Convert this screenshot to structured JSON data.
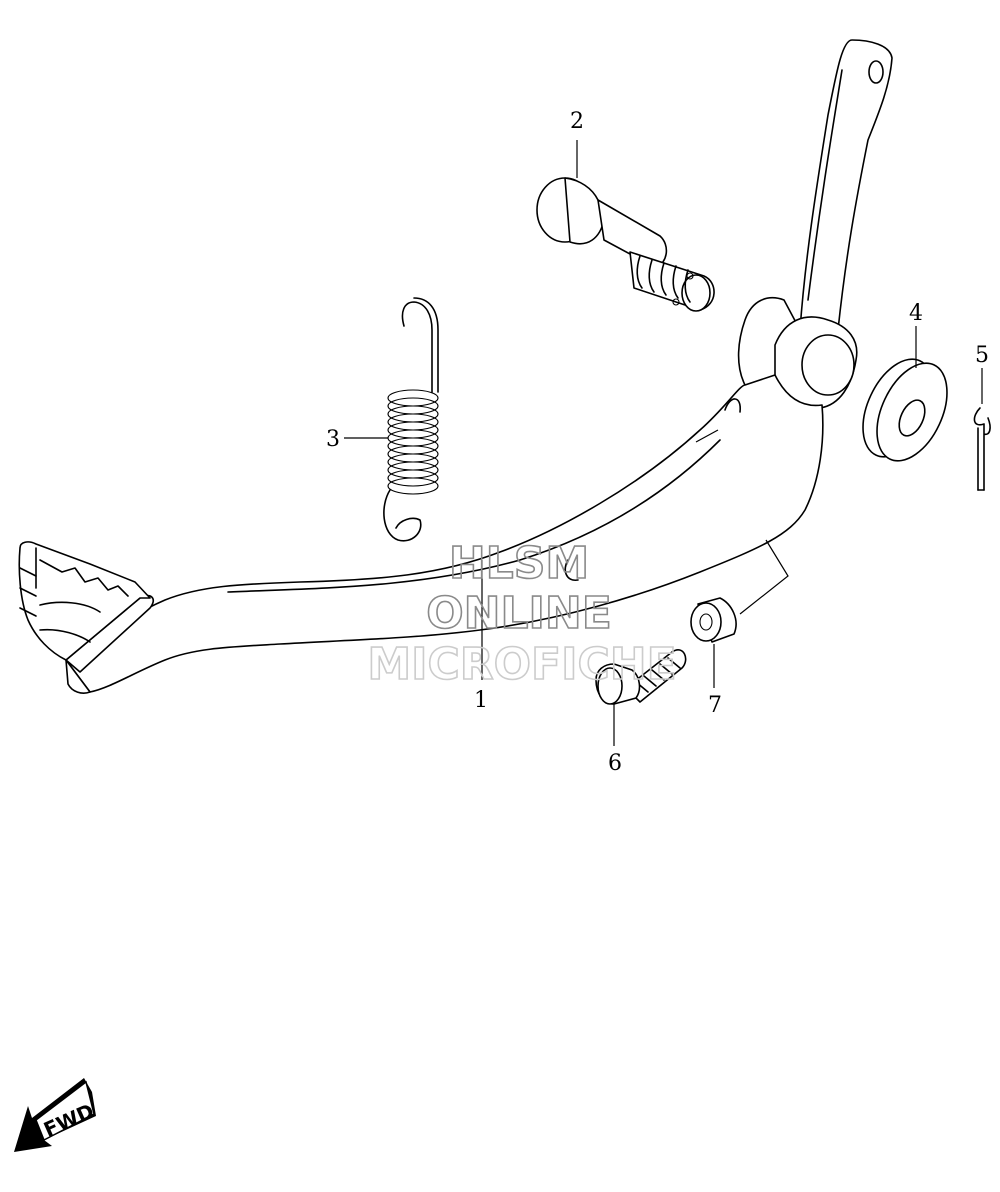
{
  "callouts": [
    "1",
    "2",
    "3",
    "4",
    "5",
    "6",
    "7"
  ],
  "watermark": {
    "line1": "HLSM",
    "line2": "ONLINE",
    "line3": "MICROFICHE",
    "color": "#8a8a8a"
  },
  "direction_label": "FWD",
  "colors": {
    "line": "#000000",
    "background": "#ffffff",
    "arrow": "#000000"
  }
}
